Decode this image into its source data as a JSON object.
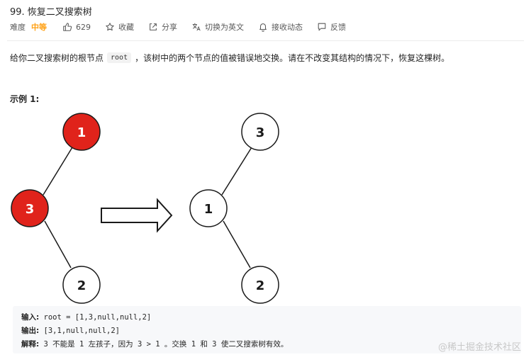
{
  "problem": {
    "title": "99. 恢复二叉搜索树",
    "difficulty_label": "难度",
    "difficulty": "中等",
    "likes": "629",
    "favorite": "收藏",
    "share": "分享",
    "switch_lang": "切换为英文",
    "notify": "接收动态",
    "feedback": "反馈"
  },
  "description": {
    "before": "给你二叉搜索树的根节点",
    "code": "root",
    "after": "，该树中的两个节点的值被错误地交换。请在不改变其结构的情况下，恢复这棵树。"
  },
  "example": {
    "title": "示例 1:",
    "before_tree": {
      "root": "1",
      "left": "3",
      "left_right": "2"
    },
    "after_tree": {
      "root": "3",
      "left": "1",
      "left_right": "2"
    },
    "input_label": "输入:",
    "input_value": "root = [1,3,null,null,2]",
    "output_label": "输出:",
    "output_value": "[3,1,null,null,2]",
    "explain_label": "解释:",
    "explain_value": "3 不能是 1 左孩子，因为 3 > 1 。交换 1 和 3 使二叉搜索树有效。"
  },
  "colors": {
    "difficulty": "#ffa116",
    "wrong_node": "#e0231b",
    "node_border": "#1a1a1a"
  },
  "watermark": "@稀土掘金技术社区"
}
